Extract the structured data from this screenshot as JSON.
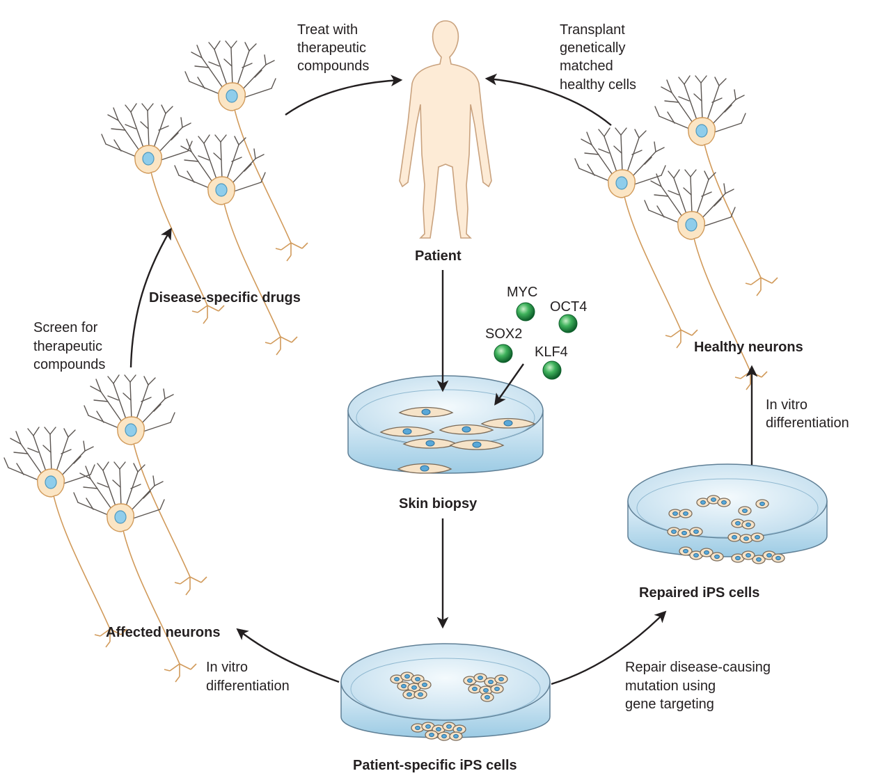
{
  "labels": {
    "treat": [
      "Treat with",
      "therapeutic",
      "compounds"
    ],
    "transplant": [
      "Transplant",
      "genetically",
      "matched",
      "healthy cells"
    ],
    "patient": "Patient",
    "disease_drugs": "Disease-specific drugs",
    "screen": [
      "Screen for",
      "therapeutic",
      "compounds"
    ],
    "healthy_neurons": "Healthy neurons",
    "in_vitro_right": [
      "In vitro",
      "differentiation"
    ],
    "skin_biopsy": "Skin biopsy",
    "repaired_ips": "Repaired iPS cells",
    "affected_neurons": "Affected neurons",
    "in_vitro_left": [
      "In vitro",
      "differentiation"
    ],
    "repair": [
      "Repair disease-causing",
      "mutation using",
      "gene targeting"
    ],
    "patient_ips": "Patient-specific iPS cells"
  },
  "factors": [
    "MYC",
    "OCT4",
    "SOX2",
    "KLF4"
  ],
  "colors": {
    "factor_sphere": "#1f9a4a",
    "dish_fill": "#cfe6f3",
    "neuron_body": "#fbe5c4",
    "nucleus": "#8fcdeb",
    "skin": "#fdebd6"
  },
  "icons": {
    "patient": "human-body-silhouette",
    "neuron": "neuron-cell",
    "dish": "petri-dish",
    "factor": "green-sphere"
  }
}
